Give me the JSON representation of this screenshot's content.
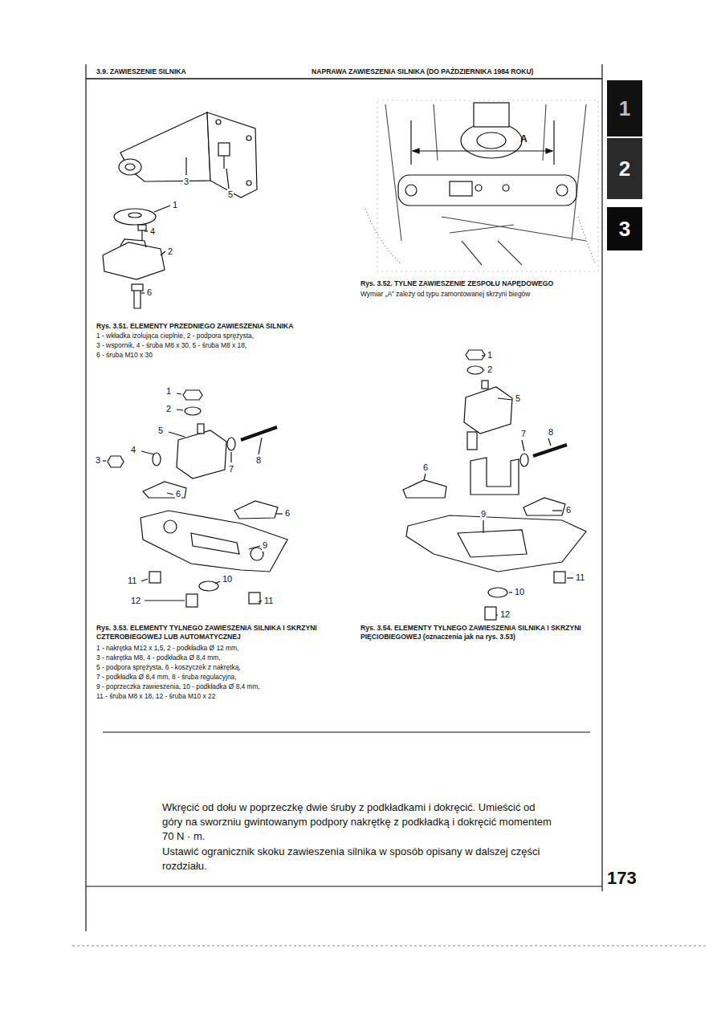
{
  "diagram": {
    "nodes": [
      {
        "text": [
          "1"
        ]
      },
      {
        "text": [
          "2"
        ]
      },
      {
        "text": [
          "3"
        ]
      }
    ],
    "labels": [
      "3.9. ZAWIESZENIE SILNIKA",
      "NAPRAWA ZAWIESZENIA SILNIKA (DO PAŹDZIERNIKA 1984 ROKU)",
      "3",
      "5",
      "1",
      "4",
      "2",
      "6",
      "Rys. 3.51. ELEMENTY PRZEDNIEGO ZAWIESZENIA SILNIKA",
      "1 - wkładka izolująca cieplnie, 2 - podpora sprężysta,",
      "3 - wspornik, 4 - śruba M8 x 30, 5 - śruba M8 x 18,",
      "6 - śruba M10 x 30",
      "A",
      "Rys. 3.52. TYLNE ZAWIESZENIE ZESPOŁU NAPĘDOWEGO",
      "Wymiar „A” zależy od typu zamontowanej skrzyni biegów",
      "1",
      "2",
      "5",
      "4",
      "3",
      "7",
      "8",
      "6",
      "6",
      "9",
      "10",
      "11",
      "12",
      "11",
      "Rys. 3.53. ELEMENTY TYLNEGO ZAWIESZENIA SILNIKA I SKRZYNI CZTEROBIEGOWEJ LUB AUTOMATYCZNEJ",
      "1 - nakrętka M12 x 1,5, 2 - podkładka Ø 12 mm,",
      "3 - nakrętka M8, 4 - podkładka Ø 8,4 mm,",
      "5 - podpora sprężysta, 6 - koszyczek z nakrętką,",
      "7 - podkładka Ø 8,4 mm, 8 - śruba regulacyjna,",
      "9 - poprzeczka zawieszenia, 10 - podkładka Ø 8,4 mm,",
      "11 - śruba M8 x 18, 12 - śruba M10 x 22",
      "1",
      "2",
      "5",
      "7",
      "8",
      "6",
      "9",
      "6",
      "11",
      "10",
      "12",
      "Rys. 3.54. ELEMENTY TYLNEGO ZAWIESZENIA SILNIKA I SKRZYNI PIĘCIOBIEGOWEJ (oznaczenia jak na rys. 3.53)",
      "Wkręcić od dołu w poprzeczkę dwie śruby z podkładkami i dokręcić. Umieścić od góry na sworzniu gwintowanym podpory nakrętkę z podkładką i dokręcić momentem 70 N · m.",
      "Ustawić ogranicznik skoku zawieszenia silnika w sposób opisany w dalszej części rozdziału.",
      "173"
    ]
  }
}
